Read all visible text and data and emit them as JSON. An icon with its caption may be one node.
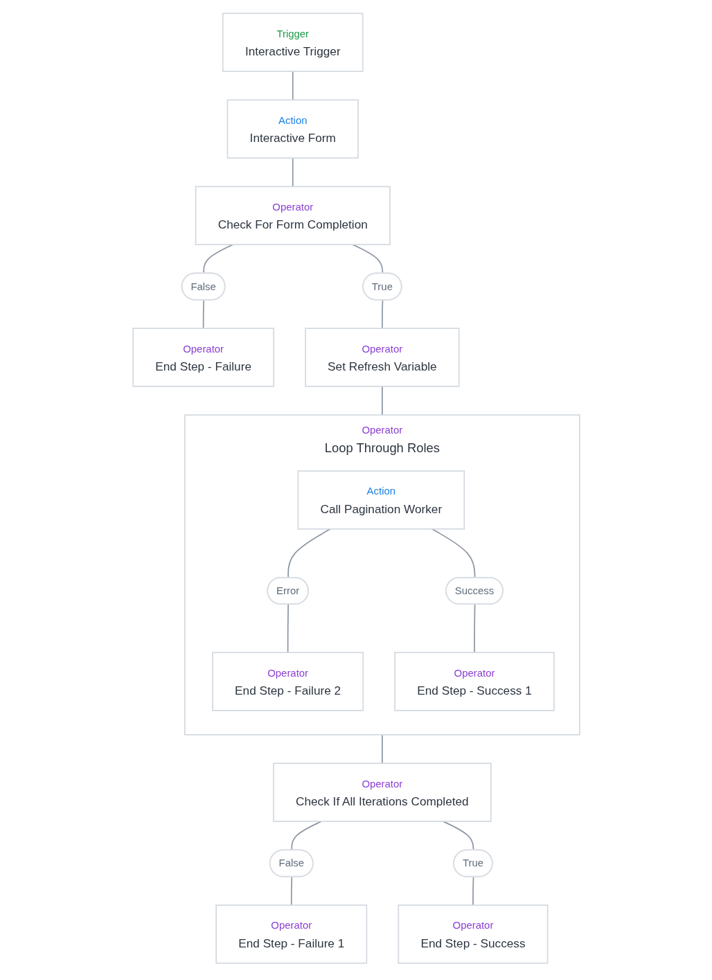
{
  "diagram": {
    "nodes": [
      {
        "text": [
          "Trigger",
          "Interactive Trigger"
        ]
      },
      {
        "text": [
          "Action",
          "Interactive Form"
        ]
      },
      {
        "text": [
          "Operator",
          "Check For Form Completion"
        ]
      },
      {
        "text": [
          "False"
        ]
      },
      {
        "text": [
          "True"
        ]
      },
      {
        "text": [
          "Operator",
          "End Step - Failure"
        ]
      },
      {
        "text": [
          "Operator",
          "Set Refresh Variable"
        ]
      },
      {
        "text": [
          "Operator",
          "Loop Through Roles"
        ]
      },
      {
        "text": [
          "Action",
          "Call Pagination Worker"
        ],
        "in": 7
      },
      {
        "text": [
          "Error"
        ],
        "in": 7
      },
      {
        "text": [
          "Success"
        ],
        "in": 7
      },
      {
        "text": [
          "Operator",
          "End Step - Failure 2"
        ],
        "in": 7
      },
      {
        "text": [
          "Operator",
          "End Step - Success 1"
        ],
        "in": 7
      },
      {
        "text": [
          "Operator",
          "Check If All Iterations Completed"
        ]
      },
      {
        "text": [
          "False"
        ]
      },
      {
        "text": [
          "True"
        ]
      },
      {
        "text": [
          "Operator",
          "End Step - Failure 1"
        ]
      },
      {
        "text": [
          "Operator",
          "End Step - Success"
        ]
      }
    ],
    "edges": [
      {
        "from": 0,
        "to": 1,
        "arrow": "none"
      },
      {
        "from": 1,
        "to": 2,
        "arrow": "none"
      },
      {
        "from": 2,
        "to": 3,
        "arrow": "none"
      },
      {
        "from": 2,
        "to": 4,
        "arrow": "none"
      },
      {
        "from": 3,
        "to": 5,
        "arrow": "none"
      },
      {
        "from": 4,
        "to": 6,
        "arrow": "none"
      },
      {
        "from": 6,
        "to": 7,
        "arrow": "none"
      },
      {
        "from": 8,
        "to": 9,
        "arrow": "none"
      },
      {
        "from": 8,
        "to": 10,
        "arrow": "none"
      },
      {
        "from": 9,
        "to": 11,
        "arrow": "none"
      },
      {
        "from": 10,
        "to": 12,
        "arrow": "none"
      },
      {
        "from": 7,
        "to": 13,
        "arrow": "none"
      },
      {
        "from": 13,
        "to": 14,
        "arrow": "none"
      },
      {
        "from": 13,
        "to": 15,
        "arrow": "none"
      },
      {
        "from": 14,
        "to": 16,
        "arrow": "none"
      },
      {
        "from": 15,
        "to": 17,
        "arrow": "none"
      }
    ]
  }
}
